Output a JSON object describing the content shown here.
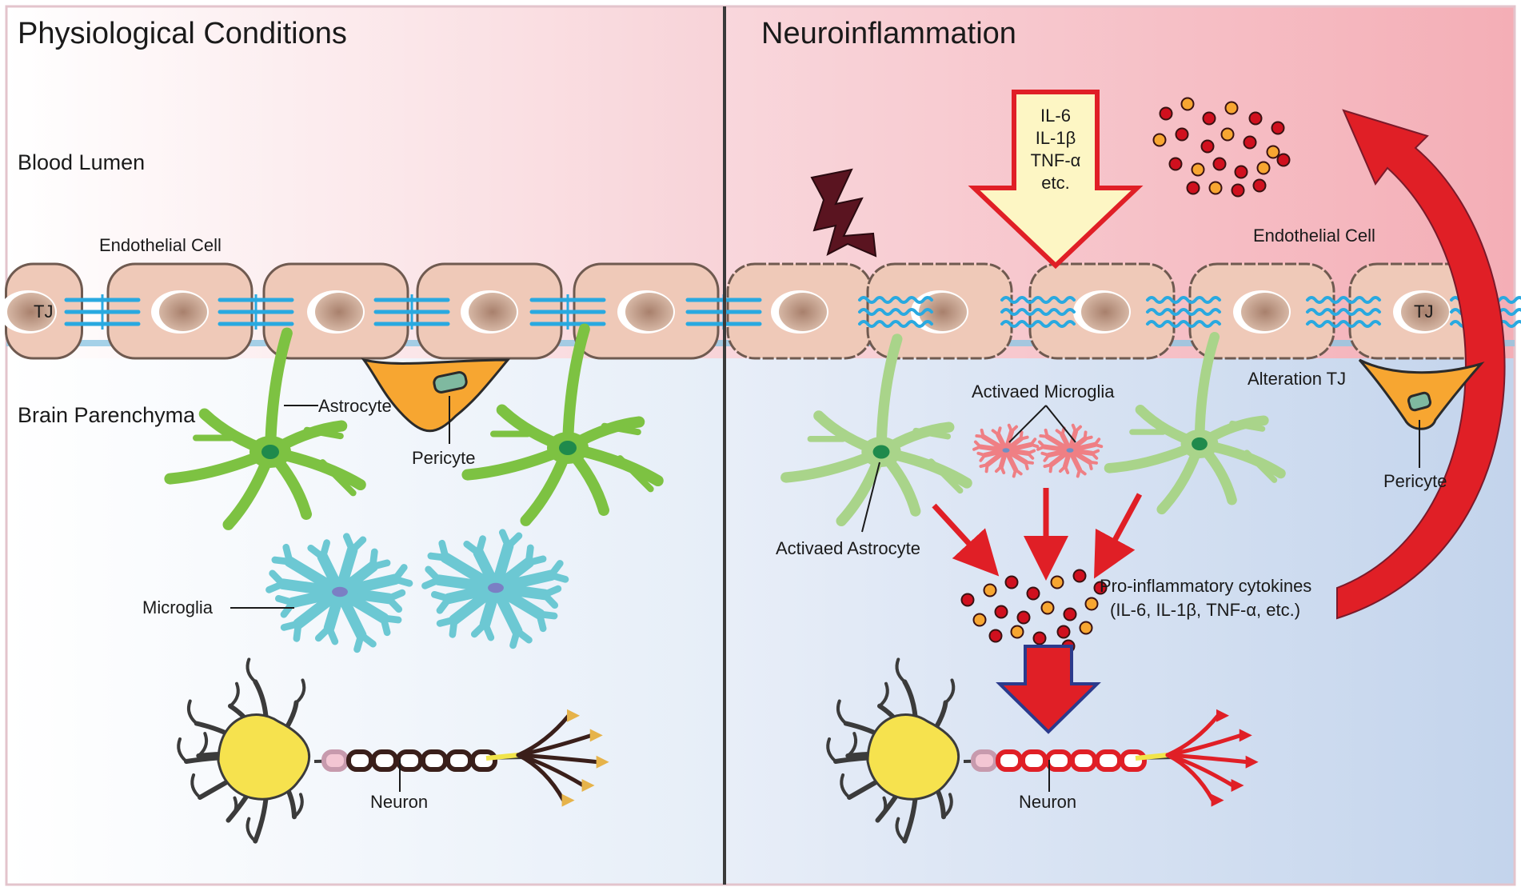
{
  "panels": {
    "left_title": "Physiological Conditions",
    "right_title": "Neuroinflammation"
  },
  "left": {
    "blood_lumen": "Blood Lumen",
    "brain_parenchyma": "Brain Parenchyma",
    "endothelial_cell": "Endothelial Cell",
    "tj": "TJ",
    "astrocyte": "Astrocyte",
    "pericyte": "Pericyte",
    "microglia": "Microglia",
    "neuron": "Neuron"
  },
  "right": {
    "cytokine_arrow_lines": [
      "IL-6",
      "IL-1β",
      "TNF-α",
      "etc."
    ],
    "endothelial_cell": "Endothelial Cell",
    "tj": "TJ",
    "alteration_tj": "Alteration TJ",
    "activated_microglia": "Activaed Microglia",
    "activated_astrocyte": "Activaed Astrocyte",
    "pericyte": "Pericyte",
    "cytokines_line1": "Pro-inflammatory cytokines",
    "cytokines_line2": "(IL-6, IL-1β, TNF-α, etc.)",
    "neuron": "Neuron"
  },
  "colors": {
    "blood_pink": "#f4b7bd",
    "parenchyma_blue": "#c9d8ec",
    "endothelial": "#efc9b8",
    "nucleus": "#c59f8b",
    "tight_junction": "#29a9e0",
    "astrocyte": "#7dc242",
    "activated_astrocyte": "#a9d48a",
    "microglia": "#6cc8d3",
    "activated_microglia": "#ef7f84",
    "pericyte": "#f7a631",
    "neuron_body": "#f6e24e",
    "inflammation_red": "#e01f26",
    "cytokine_orange": "#f7a631",
    "cytokine_red": "#d0101e",
    "arrow_fill": "#fdf6c4"
  }
}
